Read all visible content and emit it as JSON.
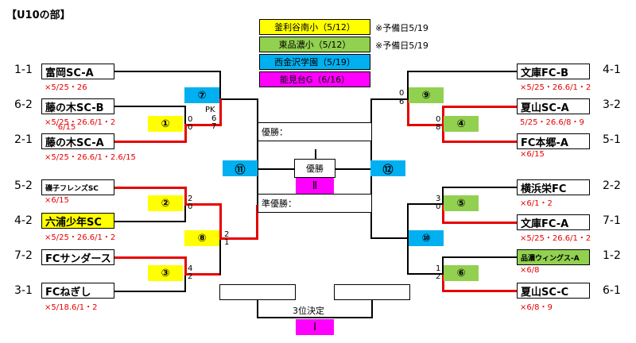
{
  "title": "【U10の部】",
  "colors": {
    "yellow": "#ffff00",
    "green": "#92d050",
    "blue": "#00b0f0",
    "magenta": "#ff00ff",
    "red": "#e60000"
  },
  "legend": [
    {
      "label": "釜利谷南小（5/12）",
      "note": "※予備日5/19"
    },
    {
      "label": "東品濃小（5/12）",
      "note": "※予備日5/19"
    },
    {
      "label": "西金沢学園（5/19）",
      "note": ""
    },
    {
      "label": "能見台G（6/16）",
      "note": ""
    }
  ],
  "left_teams": [
    {
      "seed": "1-1",
      "name": "富岡SC-A",
      "dates": "×5/25・26"
    },
    {
      "seed": "6-2",
      "name": "藤の木SC-B",
      "dates": "×5/25・26.6/1・2",
      "dates2": "'6/15"
    },
    {
      "seed": "2-1",
      "name": "藤の木SC-A",
      "dates": "×5/25・26.6/1・2.6/15"
    },
    {
      "seed": "5-2",
      "name": "磯子フレンズSC",
      "dates": "×6/15"
    },
    {
      "seed": "4-2",
      "name": "六浦少年SC",
      "dates": "×5/25・26.6/1・2"
    },
    {
      "seed": "7-2",
      "name": "FCサンダース",
      "dates": ""
    },
    {
      "seed": "3-1",
      "name": "FCねぎし",
      "dates": "×5/18.6/1・2"
    }
  ],
  "right_teams": [
    {
      "seed": "4-1",
      "name": "文庫FC-B",
      "dates": "×5/25・26.6/1・2"
    },
    {
      "seed": "3-2",
      "name": "夏山SC-A",
      "dates": "5/25・26.6/8・9"
    },
    {
      "seed": "5-1",
      "name": "FC本郷-A",
      "dates": "×6/15"
    },
    {
      "seed": "2-2",
      "name": "横浜栄FC",
      "dates": "×6/1・2"
    },
    {
      "seed": "7-1",
      "name": "文庫FC-A",
      "dates": "×5/25・26.6/1・2"
    },
    {
      "seed": "1-2",
      "name": "品濃ウィングス-A",
      "dates": "×6/8"
    },
    {
      "seed": "6-1",
      "name": "夏山SC-C",
      "dates": "×6/8・9"
    }
  ],
  "matches": {
    "m1": "①",
    "m2": "②",
    "m3": "③",
    "m4": "④",
    "m5": "⑤",
    "m6": "⑥",
    "m7": "⑦",
    "m8": "⑧",
    "m9": "⑨",
    "m10": "⑩",
    "m11": "⑪",
    "m12": "⑫"
  },
  "scores": {
    "m1_top": "0",
    "m1_bot": "0",
    "m7_pk": "PK",
    "m7_top": "6",
    "m7_bot": "7",
    "m2_top": "2",
    "m2_bot": "0",
    "m3_top": "4",
    "m3_bot": "2",
    "m8_top": "2",
    "m8_bot": "1",
    "m9_top": "0",
    "m9_bot": "6",
    "m4_top": "0",
    "m4_bot": "8",
    "m5_top": "3",
    "m5_bot": "0",
    "m6_top": "1",
    "m6_bot": "2"
  },
  "center": {
    "winner_label": "優勝：",
    "runnerup_label": "準優勝：",
    "final_label": "優勝",
    "final_roman": "Ⅱ",
    "third_label": "3位決定",
    "third_roman": "Ⅰ"
  }
}
